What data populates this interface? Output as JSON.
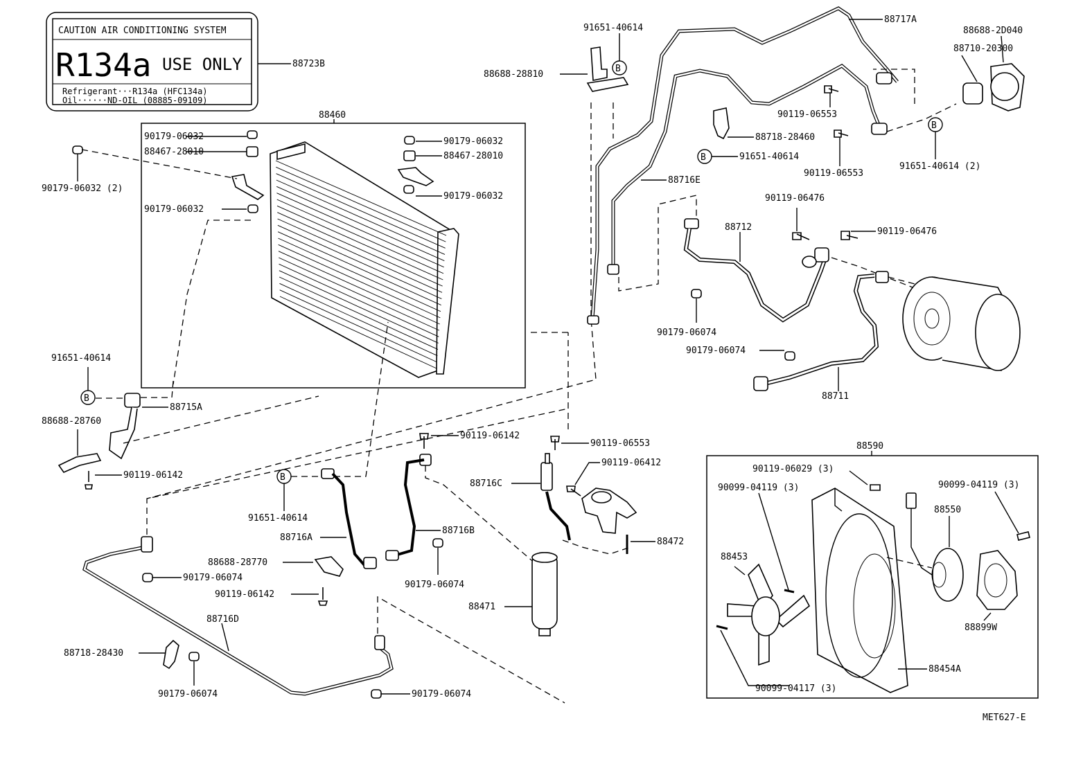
{
  "caution_label": {
    "line1": "CAUTION  AIR CONDITIONING SYSTEM",
    "big": "R134a",
    "use_only": "USE ONLY",
    "refrigerant": "Refrigerant···R134a (HFC134a)",
    "oil": "Oil······ND-OIL (08885-09109)"
  },
  "labels": {
    "p88723B": "88723B",
    "p88460": "88460",
    "p90179_06032_a": "90179-06032",
    "p88467_28010_a": "88467-28010",
    "p90179_06032_b": "90179-06032",
    "p88467_28010_b": "88467-28010",
    "p90179_06032_c": "90179-06032",
    "p90179_06032_d": "90179-06032",
    "p90179_06032_2": "90179-06032 (2)",
    "p91651_40614_a": "91651-40614",
    "p88688_28810": "88688-28810",
    "p88717A": "88717A",
    "p88688_2D040": "88688-2D040",
    "p88710_20300": "88710-20300",
    "p90119_06553_a": "90119-06553",
    "p88718_28460": "88718-28460",
    "p91651_40614_b": "91651-40614",
    "p90119_06553_b": "90119-06553",
    "p91651_40614_2": "91651-40614 (2)",
    "p88716E": "88716E",
    "p90119_06476_a": "90119-06476",
    "p88712": "88712",
    "p90119_06476_b": "90119-06476",
    "p90179_06074_a": "90179-06074",
    "p90179_06074_b": "90179-06074",
    "p88711": "88711",
    "p91651_40614_c": "91651-40614",
    "p88715A": "88715A",
    "p88688_28760": "88688-28760",
    "p90119_06142_a": "90119-06142",
    "p90119_06142_b": "90119-06142",
    "p90119_06553_c": "90119-06553",
    "p90119_06412": "90119-06412",
    "p88716C": "88716C",
    "p91651_40614_d": "91651-40614",
    "p88716A": "88716A",
    "p88716B": "88716B",
    "p88688_28770": "88688-28770",
    "p90179_06074_c": "90179-06074",
    "p90119_06142_c": "90119-06142",
    "p88472": "88472",
    "p90179_06074_d": "90179-06074",
    "p88716D": "88716D",
    "p88471": "88471",
    "p88718_28430": "88718-28430",
    "p90179_06074_e": "90179-06074",
    "p90179_06074_f": "90179-06074",
    "p88590": "88590",
    "p90119_06029_3": "90119-06029 (3)",
    "p90099_04119_3a": "90099-04119 (3)",
    "p90099_04119_3b": "90099-04119 (3)",
    "p88550": "88550",
    "p88453": "88453",
    "p88899W": "88899W",
    "p88454A": "88454A",
    "p90099_04117_3": "90099-04117 (3)",
    "ref_code": "MET627-E"
  },
  "callout_symbol": "B"
}
